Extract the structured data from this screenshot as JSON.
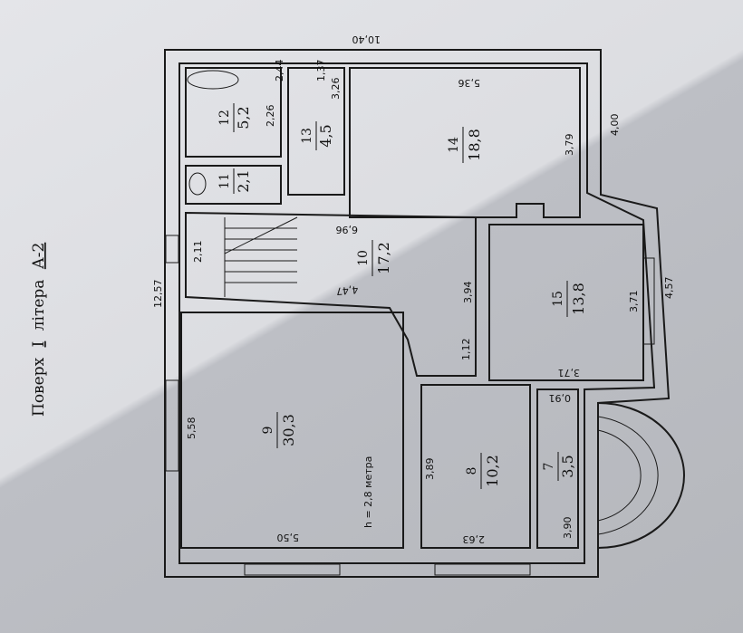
{
  "header": {
    "floor_label": "Поверх",
    "floor_number": "I",
    "litera_label": "літера",
    "litera": "А-2"
  },
  "overall": {
    "width": "10,40",
    "height": "12,57",
    "right_height": "4,57",
    "right_upper": "4,00"
  },
  "rooms": [
    {
      "id": "9",
      "number": "9",
      "area": "30,3",
      "dims": [
        "5,58",
        "5,50",
        "4,47"
      ],
      "note": "h = 2,8 метра"
    },
    {
      "id": "8",
      "number": "8",
      "area": "10,2",
      "dims": [
        "3,89",
        "2,63",
        "1,12"
      ]
    },
    {
      "id": "7",
      "number": "7",
      "area": "3,5",
      "dims": [
        "3,90",
        "0,91"
      ]
    },
    {
      "id": "10",
      "number": "10",
      "area": "17,2",
      "dims": [
        "6,96",
        "2,11",
        "3,94"
      ]
    },
    {
      "id": "15",
      "number": "15",
      "area": "13,8",
      "dims": [
        "3,71",
        "3,71"
      ]
    },
    {
      "id": "11",
      "number": "11",
      "area": "2,1",
      "dims": []
    },
    {
      "id": "12",
      "number": "12",
      "area": "5,2",
      "dims": [
        "2,44",
        "2,26"
      ]
    },
    {
      "id": "13",
      "number": "13",
      "area": "4,5",
      "dims": [
        "1,37",
        "3,26"
      ]
    },
    {
      "id": "14",
      "number": "14",
      "area": "18,8",
      "dims": [
        "5,36",
        "3,79"
      ]
    }
  ]
}
